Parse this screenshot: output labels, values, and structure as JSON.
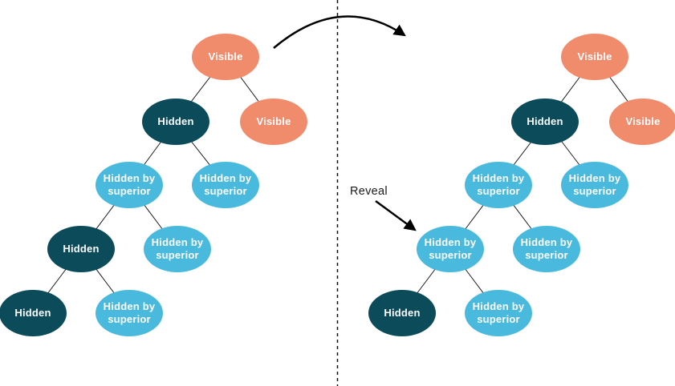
{
  "palette": {
    "visible_fill": "#F08B6C",
    "hidden_fill": "#0B4B5A",
    "hidden_by_superior_fill": "#49B9DE",
    "node_text": "#FFFFFF",
    "edge_stroke": "#1A1A1A",
    "arrow_stroke": "#000000",
    "background": "#FFFFFF"
  },
  "icons": {
    "transform_arrow": "curved-arrow-left-to-right",
    "reveal_arrow": "arrow-pointing-down-right",
    "divider": "vertical-dashed-line"
  },
  "annotation": {
    "reveal": "Reveal"
  },
  "left_tree": {
    "nodes": [
      {
        "label": "Visible",
        "state": "visible"
      },
      {
        "label": "Hidden",
        "state": "hidden"
      },
      {
        "label": "Visible",
        "state": "visible"
      },
      {
        "label": "Hidden by superior",
        "state": "hidden-by-superior"
      },
      {
        "label": "Hidden by superior",
        "state": "hidden-by-superior"
      },
      {
        "label": "Hidden",
        "state": "hidden"
      },
      {
        "label": "Hidden by superior",
        "state": "hidden-by-superior"
      },
      {
        "label": "Hidden",
        "state": "hidden"
      },
      {
        "label": "Hidden by superior",
        "state": "hidden-by-superior"
      }
    ]
  },
  "right_tree": {
    "nodes": [
      {
        "label": "Visible",
        "state": "visible"
      },
      {
        "label": "Hidden",
        "state": "hidden"
      },
      {
        "label": "Visible",
        "state": "visible"
      },
      {
        "label": "Hidden by superior",
        "state": "hidden-by-superior"
      },
      {
        "label": "Hidden by superior",
        "state": "hidden-by-superior"
      },
      {
        "label": "Hidden by superior",
        "state": "hidden-by-superior",
        "note": "reveal-target"
      },
      {
        "label": "Hidden by superior",
        "state": "hidden-by-superior"
      },
      {
        "label": "Hidden",
        "state": "hidden"
      },
      {
        "label": "Hidden by superior",
        "state": "hidden-by-superior"
      }
    ]
  }
}
